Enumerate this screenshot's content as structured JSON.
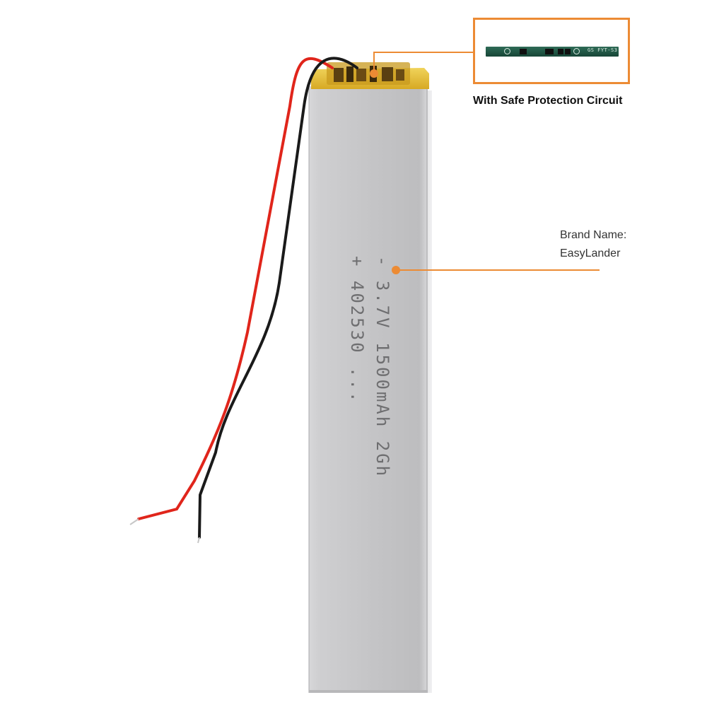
{
  "product": {
    "battery_label_lines": [
      "- 3.7V 1500mAh 2Gh",
      "+ 402530 ..."
    ],
    "inset_caption": "With Safe Protection Circuit",
    "pcb_marking": "GS FYT-S3",
    "brand": {
      "label": "Brand Name:",
      "value": "EasyLander"
    }
  },
  "colors": {
    "accent": "#ec8b34",
    "wire_red": "#e0251b",
    "wire_black": "#1a1a1a",
    "cell_gray": "#c9c9cb",
    "tape_yellow": "#e9c235"
  }
}
